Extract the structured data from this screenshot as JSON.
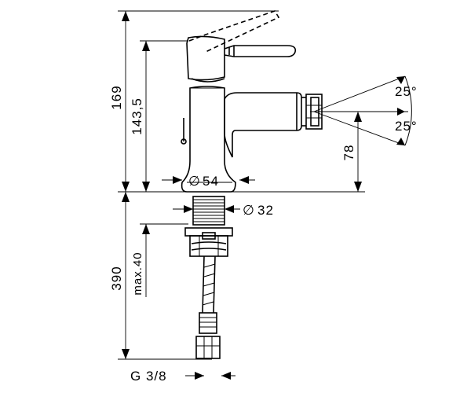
{
  "dimensions": {
    "height_total": "169",
    "spout_height": "143,5",
    "outlet_height": "78",
    "body_diameter": "54",
    "shank_diameter": "32",
    "below_deck": "390",
    "max_thickness": "max.40",
    "connection": "G 3/8",
    "angle_up": "25°",
    "angle_down": "25°",
    "diameter_symbol": "∅"
  }
}
